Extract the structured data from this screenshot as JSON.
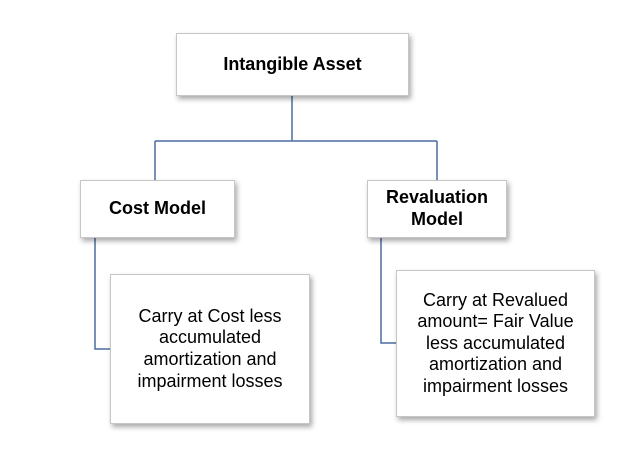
{
  "diagram": {
    "root": {
      "label": "Intangible Asset"
    },
    "branches": [
      {
        "label": "Cost Model",
        "detail": "Carry at Cost less accumulated amortization and impairment losses"
      },
      {
        "label": "Revaluation Model",
        "detail": "Carry at Revalued amount= Fair Value less accumulated amortization and impairment losses"
      }
    ],
    "colors": {
      "connector": "#4a6f9e",
      "box_border": "#c6c6c6",
      "background": "#ffffff"
    }
  }
}
